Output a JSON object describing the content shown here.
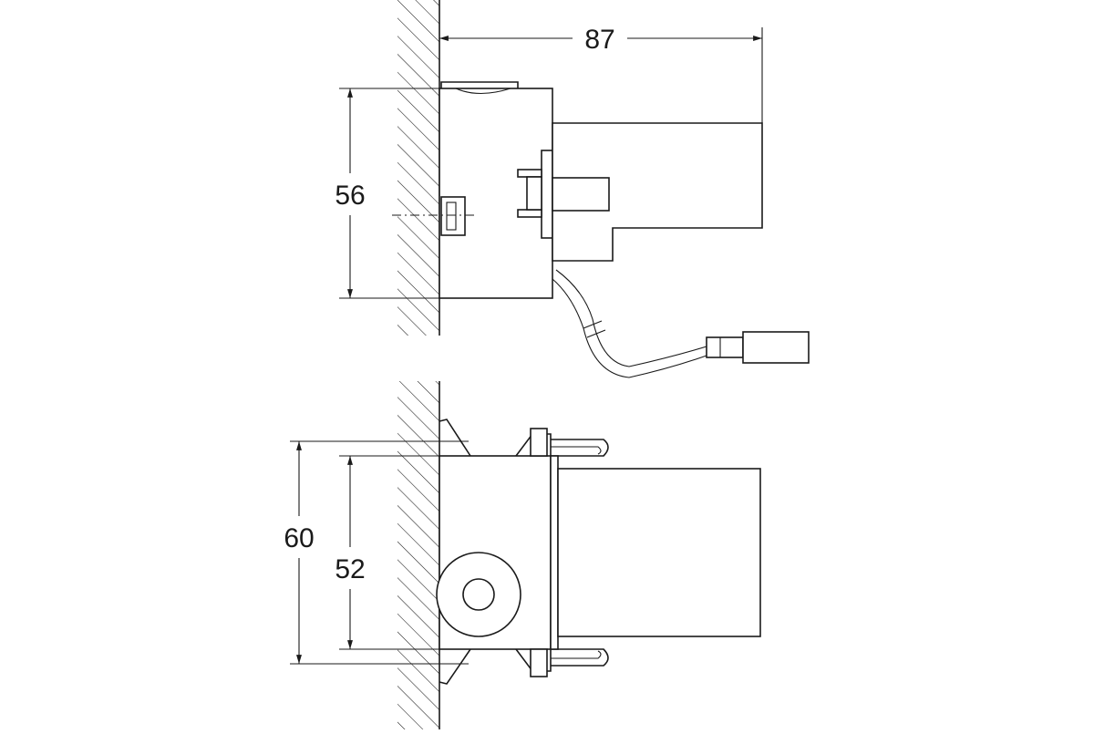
{
  "dimensions": {
    "depth": "87",
    "height_side": "56",
    "height_outer": "60",
    "height_inner": "52"
  },
  "colors": {
    "line": "#1a1a1a",
    "background": "#ffffff"
  }
}
